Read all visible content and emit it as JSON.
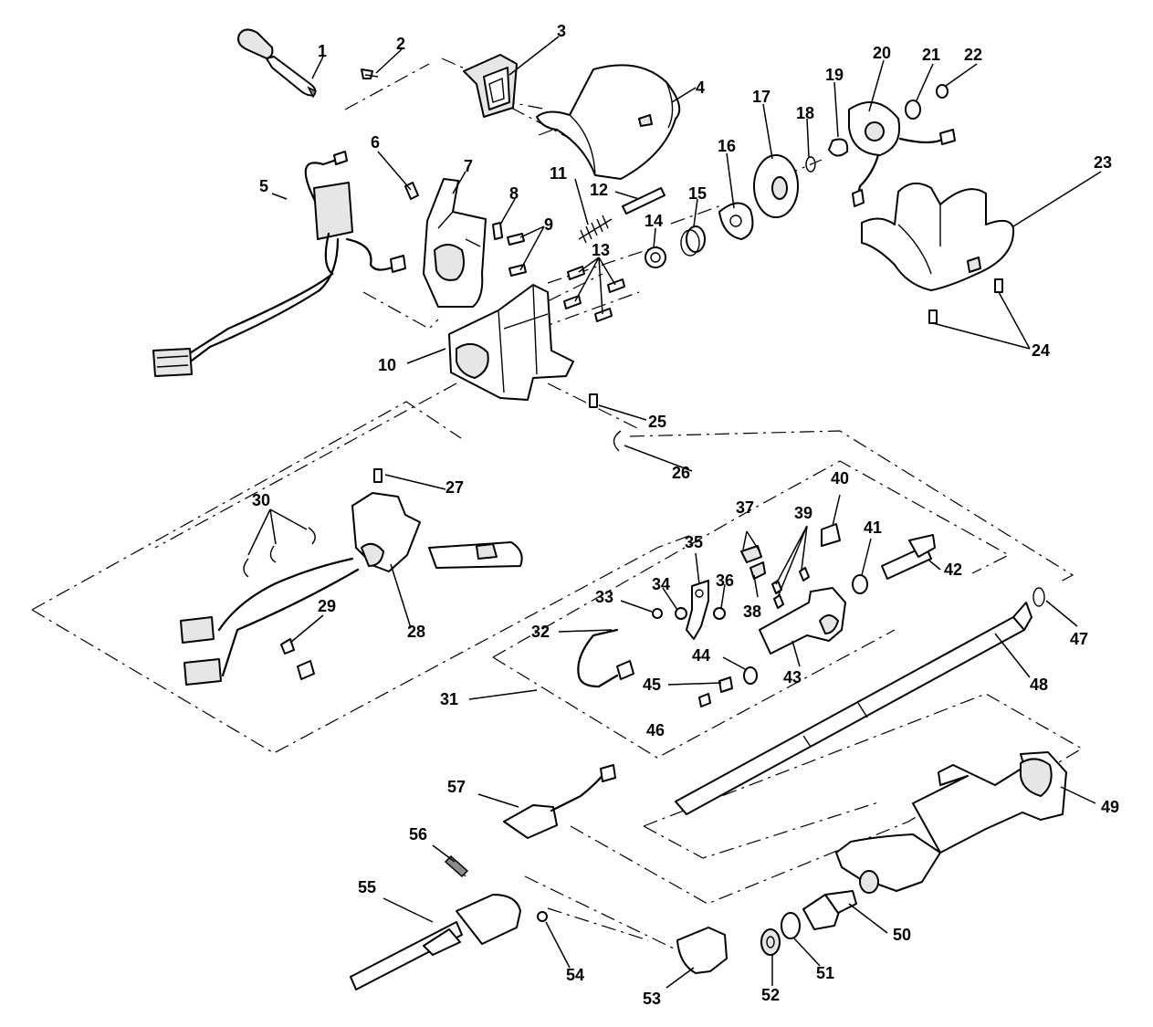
{
  "callouts": {
    "c1": "1",
    "c2": "2",
    "c3": "3",
    "c4": "4",
    "c5": "5",
    "c6": "6",
    "c7": "7",
    "c8": "8",
    "c9": "9",
    "c10": "10",
    "c11": "11",
    "c12": "12",
    "c13": "13",
    "c14": "14",
    "c15": "15",
    "c16": "16",
    "c17": "17",
    "c18": "18",
    "c19": "19",
    "c20": "20",
    "c21": "21",
    "c22": "22",
    "c23": "23",
    "c24": "24",
    "c25": "25",
    "c26": "26",
    "c27": "27",
    "c28": "28",
    "c29": "29",
    "c30": "30",
    "c31": "31",
    "c32": "32",
    "c33": "33",
    "c34": "34",
    "c35": "35",
    "c36": "36",
    "c37": "37",
    "c38": "38",
    "c39": "39",
    "c40": "40",
    "c41": "41",
    "c42": "42",
    "c43": "43",
    "c44": "44",
    "c45": "45",
    "c46": "46",
    "c47": "47",
    "c48": "48",
    "c49": "49",
    "c50": "50",
    "c51": "51",
    "c52": "52",
    "c53": "53",
    "c54": "54",
    "c55": "55",
    "c56": "56",
    "c57": "57"
  }
}
